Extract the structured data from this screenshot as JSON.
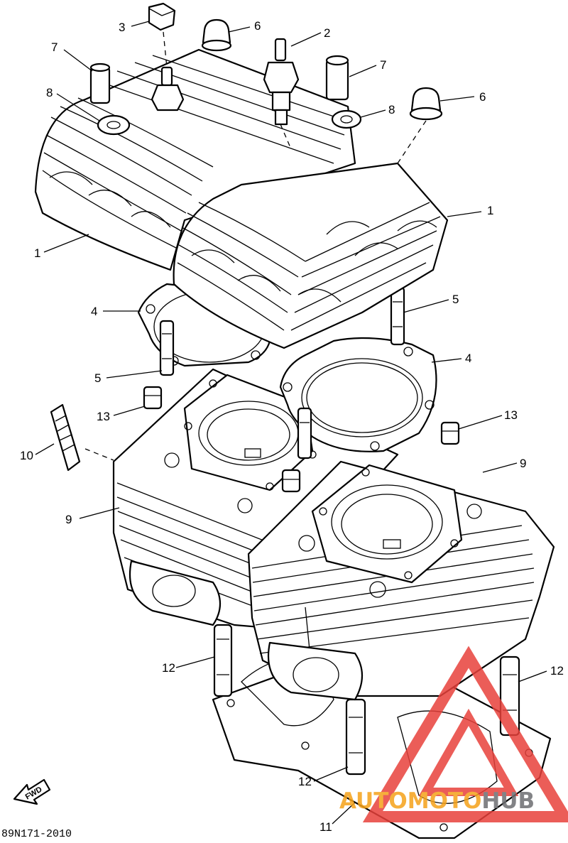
{
  "diagram_code": "89N171-2010",
  "fwd_label": "FWD",
  "watermark": {
    "part1": "AUTO",
    "part2": "MOTO",
    "part3": "HUB",
    "colors": {
      "red": "#e8413b",
      "orange": "#f5a21a",
      "gray": "#6d6e71"
    }
  },
  "callouts": {
    "c1a": "1",
    "c1b": "1",
    "c2": "2",
    "c3": "3",
    "c4a": "4",
    "c4b": "4",
    "c5a": "5",
    "c5b": "5",
    "c6a": "6",
    "c6b": "6",
    "c7a": "7",
    "c7b": "7",
    "c8a": "8",
    "c8b": "8",
    "c9a": "9",
    "c9b": "9",
    "c10": "10",
    "c11": "11",
    "c12a": "12",
    "c12b": "12",
    "c12c": "12",
    "c13a": "13",
    "c13b": "13"
  }
}
